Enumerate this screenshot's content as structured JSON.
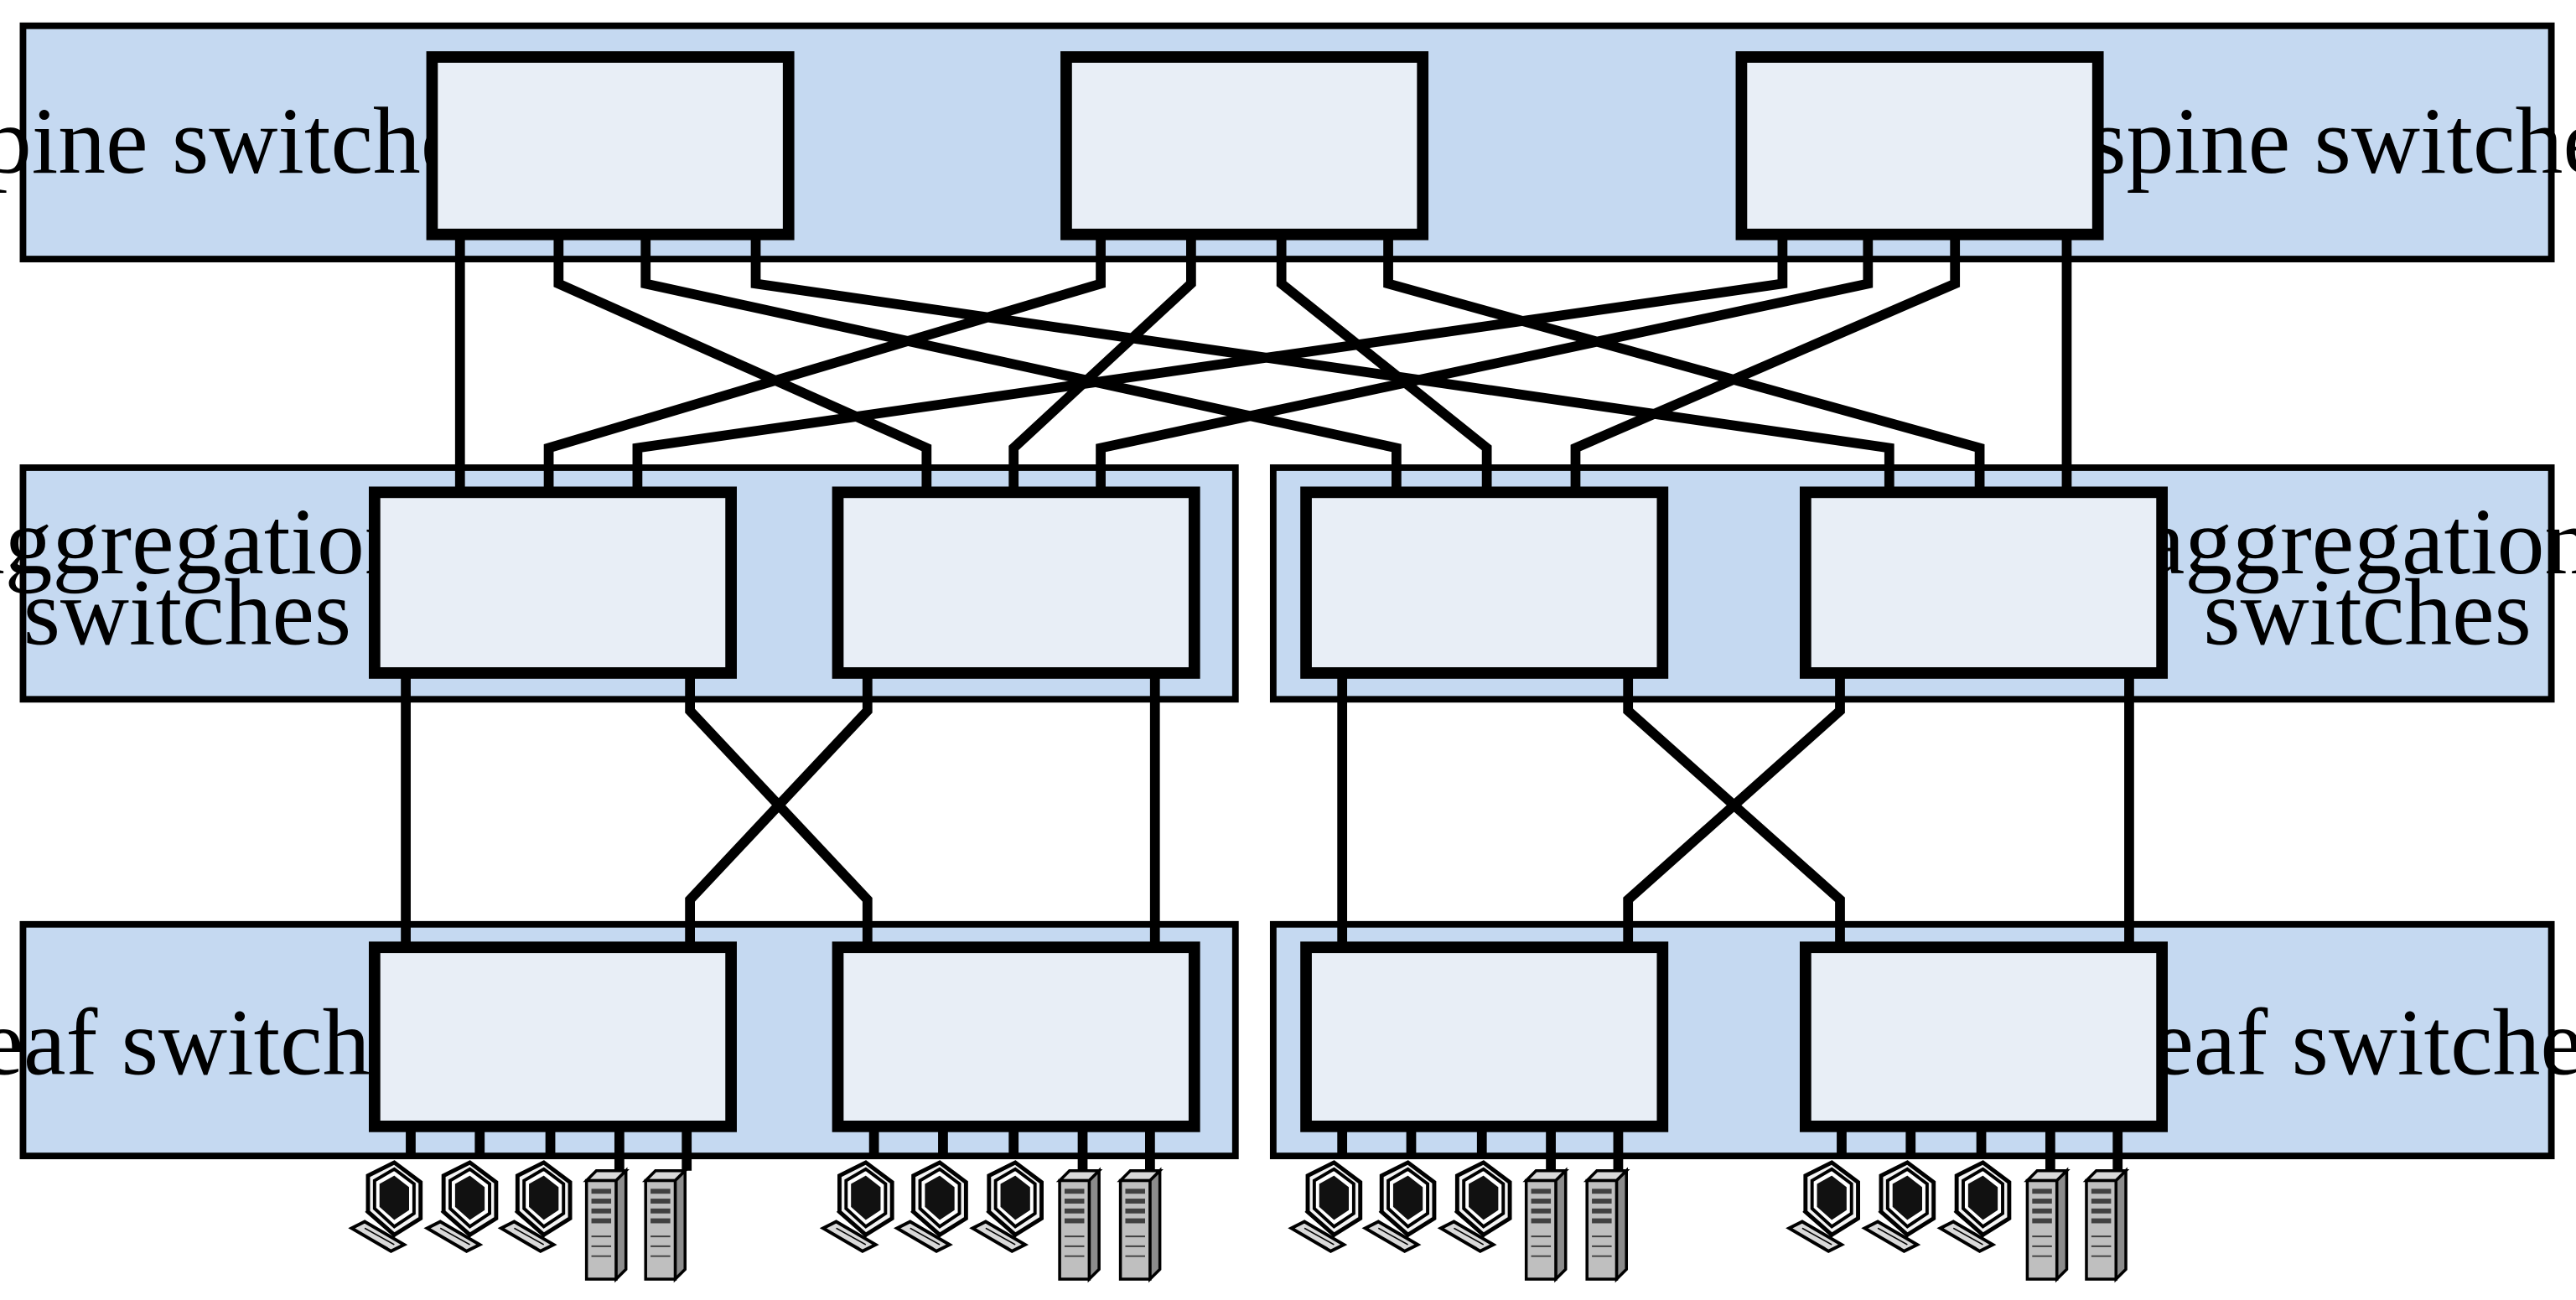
{
  "tiers": {
    "spine": {
      "label": "spine switches"
    },
    "aggregation": {
      "label_line1": "aggregation",
      "label_line2": "switches"
    },
    "leaf": {
      "label": "leaf switches"
    }
  },
  "counts": {
    "spine_switches": 3,
    "aggregation_switches": 4,
    "leaf_switches": 4,
    "workstations_per_leaf": 3,
    "servers_per_leaf": 2
  },
  "colors": {
    "band_fill": "#c5d9f1",
    "switch_fill": "#e8eef6",
    "line": "#000000"
  },
  "icons": {
    "host": "workstation-icon",
    "server": "server-tower-icon"
  }
}
